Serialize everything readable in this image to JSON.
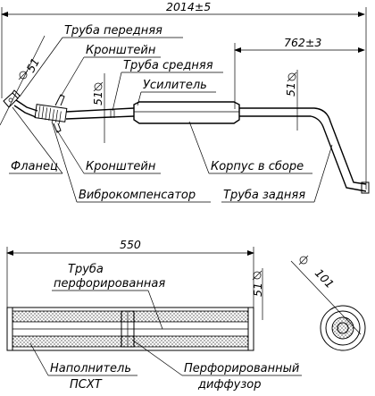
{
  "labels": {
    "total_length": "2014±5",
    "rear_length": "762±3",
    "d51_front": "51",
    "d51_mid": "51",
    "d51_rear": "51",
    "truba_perednyaya": "Труба передняя",
    "kronshtein_top": "Кронштейн",
    "truba_srednyaya": "Труба средняя",
    "usilitel": "Усилитель",
    "flanec": "Фланец",
    "kronshtein_bottom": "Кронштейн",
    "korpus_v_sbore": "Корпус в сборе",
    "vibrokompensator": "Виброкомпенсатор",
    "truba_zadnyaya": "Труба задняя",
    "length_550": "550",
    "truba_perf_1": "Труба",
    "truba_perf_2": "перфорированная",
    "d51_section": "51",
    "d101": "101",
    "napolnitel_1": "Наполнитель",
    "napolnitel_2": "ПСХТ",
    "perf_diffuzor_1": "Перфорированный",
    "perf_diffuzor_2": "диффузор"
  }
}
